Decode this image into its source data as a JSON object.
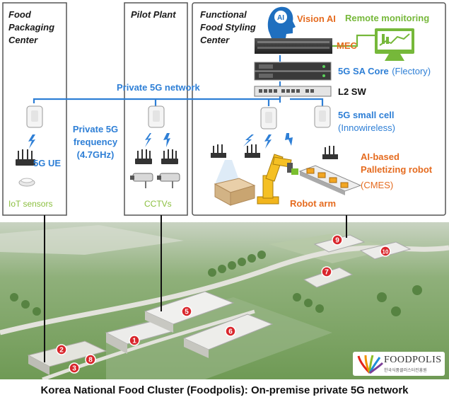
{
  "zones": {
    "food_packaging": {
      "title_lines": [
        "Food",
        "Packaging",
        "Center"
      ],
      "ue_label": "5G UE",
      "sensors_label": "IoT sensors"
    },
    "pilot_plant": {
      "title": "Pilot Plant",
      "cctv_label": "CCTVs"
    },
    "functional": {
      "title_lines": [
        "Functional",
        "Food Styling",
        "Center"
      ]
    }
  },
  "network": {
    "private_5g_network": "Private 5G network",
    "frequency_lines": [
      "Private 5G",
      "frequency",
      "(4.7GHz)"
    ]
  },
  "labels": {
    "vision_ai": "Vision AI",
    "remote_monitoring": "Remote monitoring",
    "mec": "MEC",
    "sa_core_bold": "5G SA Core",
    "sa_core_paren": "(Flectory)",
    "l2_sw": "L2 SW",
    "small_cell_lines": [
      "5G small cell",
      "(Innowireless)"
    ],
    "palletizing_lines": [
      "AI-based",
      "Palletizing robot"
    ],
    "cmes": "(CMES)",
    "robot_arm": "Robot arm",
    "ai_badge": "AI"
  },
  "buildings": [
    "1",
    "2",
    "3",
    "5",
    "6",
    "7",
    "8",
    "9",
    "10"
  ],
  "logo": {
    "name": "FOODPOLIS",
    "sub": "한국식품클러스터진흥원"
  },
  "caption": "Korea National Food Cluster (Foodpolis): On-premise private 5G network",
  "colors": {
    "network_line": "#2e7fd6",
    "monitoring_line": "#76b83a",
    "building_marker": "#d9262c",
    "accent_orange": "#e56b1f"
  }
}
